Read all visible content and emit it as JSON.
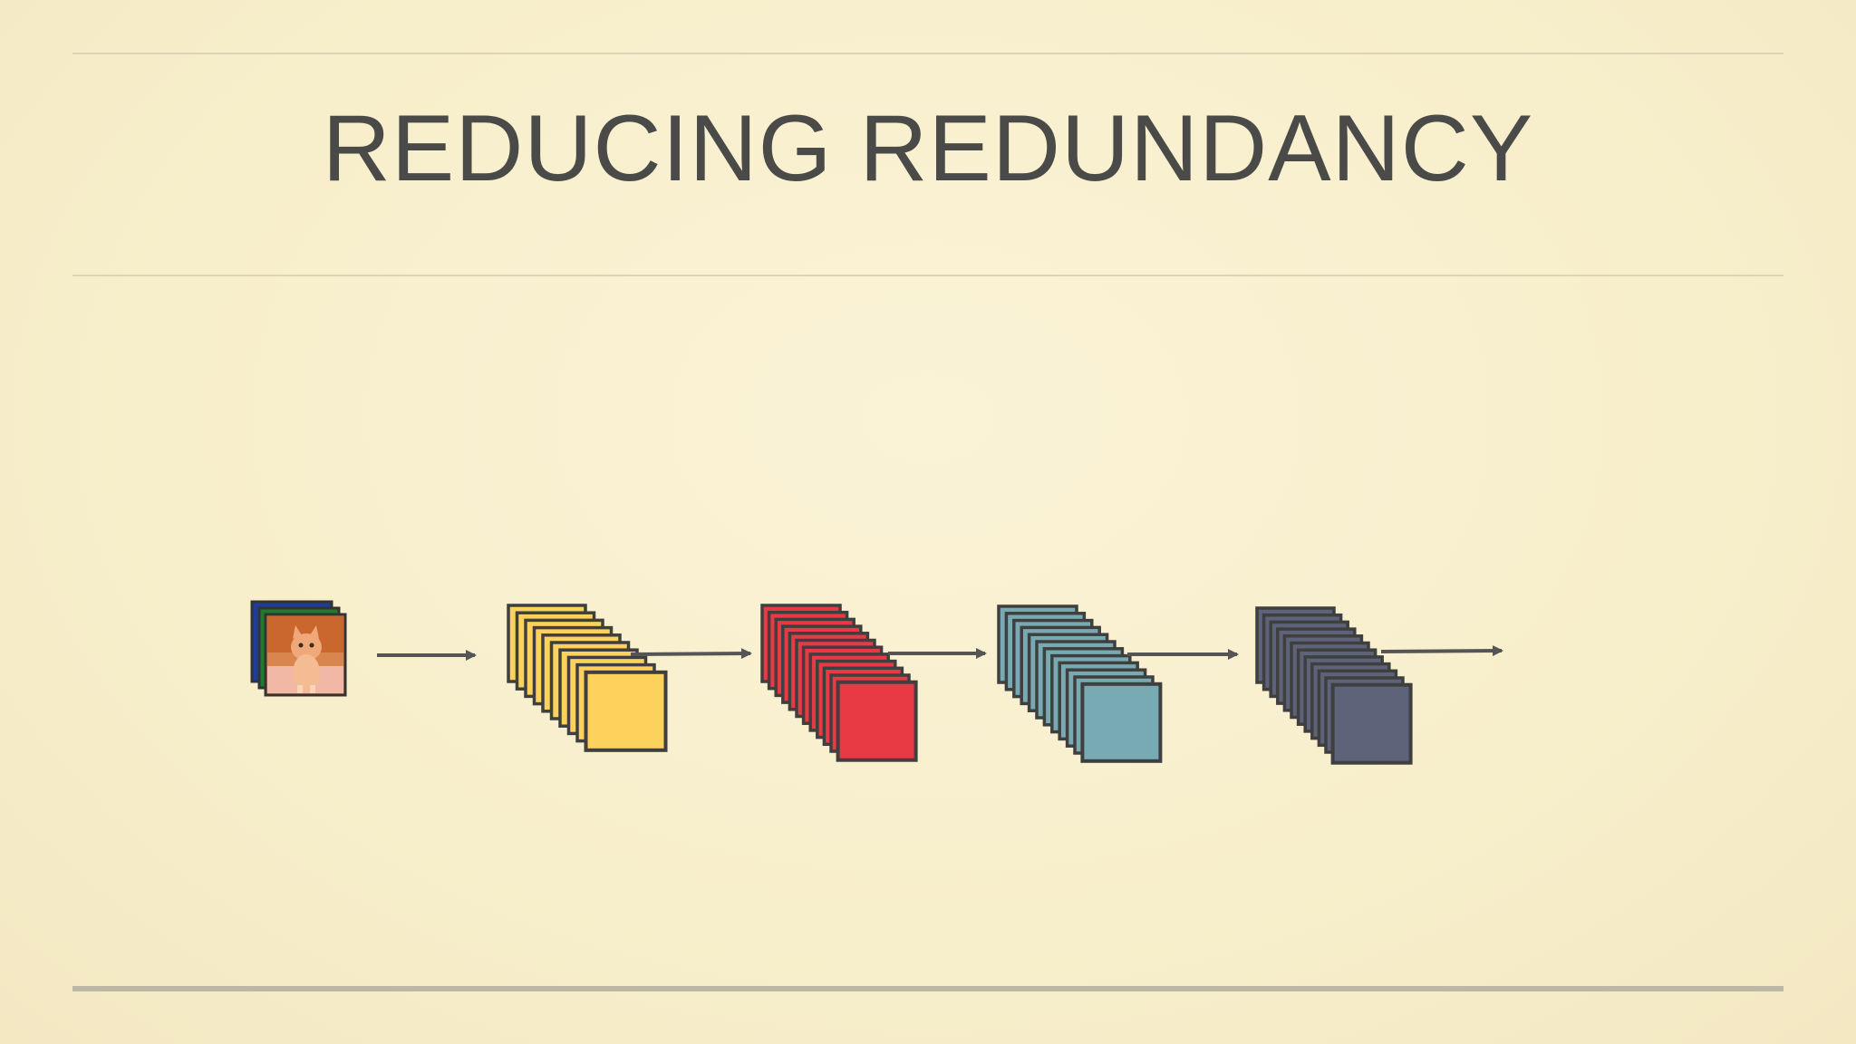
{
  "slide": {
    "title": "REDUCING REDUNDANCY"
  },
  "diagram": {
    "input_image": {
      "icon": "kitten-photo-icon",
      "channel_colors": [
        "#1f3c9c",
        "#1f7a2a",
        "#c94a2a"
      ],
      "subject_colors": [
        "#e8966a",
        "#d87f55",
        "#f4b48f",
        "#8a5a3a"
      ]
    },
    "layers": [
      {
        "name": "layer-1",
        "color": "#fdd25c",
        "stroke": "#3f3f3f",
        "stack_count": 10
      },
      {
        "name": "layer-2",
        "color": "#e83a45",
        "stroke": "#3f3f3f",
        "stack_count": 12
      },
      {
        "name": "layer-3",
        "color": "#77aab3",
        "stroke": "#3f3f3f",
        "stack_count": 12
      },
      {
        "name": "layer-4",
        "color": "#5d6378",
        "stroke": "#3f3f3f",
        "stack_count": 12
      }
    ],
    "arrow_color": "#555555"
  }
}
